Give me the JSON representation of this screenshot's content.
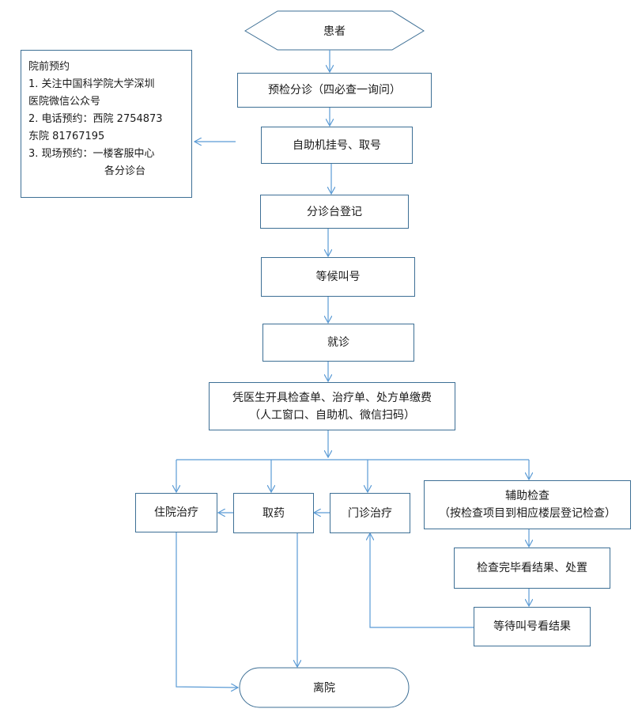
{
  "nodes": {
    "patient": "患者",
    "pre_check": "预检分诊（四必查一询问）",
    "self_service": "自助机挂号、取号",
    "triage_register": "分诊台登记",
    "wait_call": "等候叫号",
    "consult": "就诊",
    "pay_line1": "凭医生开具检查单、治疗单、处方单缴费",
    "pay_line2": "（人工窗口、自助机、微信扫码）",
    "inpatient": "住院治疗",
    "pharmacy": "取药",
    "outpatient": "门诊治疗",
    "aux_line1": "辅助检查",
    "aux_line2": "（按检查项目到相应楼层登记检查）",
    "check_done": "检查完毕看结果、处置",
    "wait_result": "等待叫号看结果",
    "leave": "离院"
  },
  "appointment_note": {
    "title": "院前预约",
    "line1": "1.  关注中国科学院大学深圳",
    "line2": "医院微信公众号",
    "line3": "2.  电话预约：西院 2754873",
    "line4": "东院 81767195",
    "line5": "3.  现场预约：一楼客服中心",
    "line6": "各分诊台"
  },
  "colors": {
    "border": "#3d6f95",
    "arrow": "#5b9bd5",
    "text": "#1a1a1a"
  }
}
